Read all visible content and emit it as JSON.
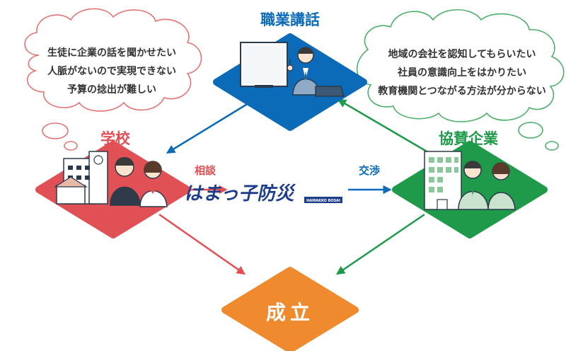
{
  "colors": {
    "blue": "#0b6bb8",
    "red": "#e05054",
    "green": "#1f9a4a",
    "orange": "#ef8a2e",
    "cloud_red": "#e57373",
    "cloud_green": "#4caf6a"
  },
  "nodes": {
    "top": {
      "label": "職業講話"
    },
    "left": {
      "label": "学校"
    },
    "right": {
      "label": "協賛企業"
    },
    "bottom": {
      "label": "成立"
    }
  },
  "center_logo": {
    "text": "はまっ子防災",
    "subtext": "HAMAKKO BOSAI"
  },
  "edges": {
    "consult": "相談",
    "negotiate": "交渉"
  },
  "thoughts": {
    "school": [
      "生徒に企業の話を聞かせたい",
      "人脈がないので実現できない",
      "予算の捻出が難しい"
    ],
    "company": [
      "地域の会社を認知してもらいたい",
      "社員の意識向上をはかりたい",
      "教育機関とつながる方法が分からない"
    ]
  }
}
